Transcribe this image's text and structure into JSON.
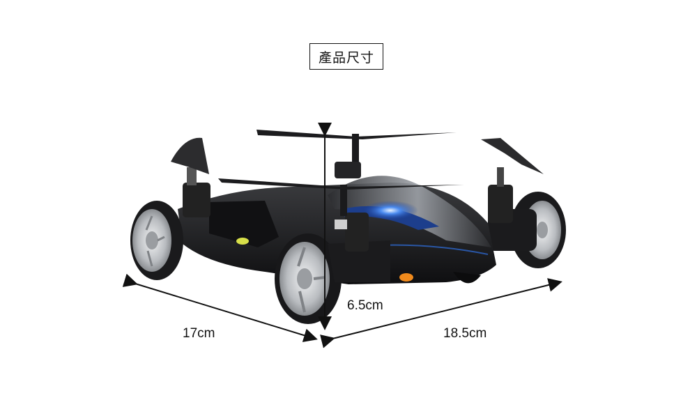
{
  "header": {
    "title": "產品尺寸"
  },
  "dimensions": {
    "width_label": "17cm",
    "length_label": "18.5cm",
    "height_label": "6.5cm"
  },
  "colors": {
    "body": "#1c1c1e",
    "accent": "#2f6fe0",
    "rim": "#c9ccd0",
    "led_green": "#d8e04a",
    "led_orange": "#f08a1c"
  }
}
